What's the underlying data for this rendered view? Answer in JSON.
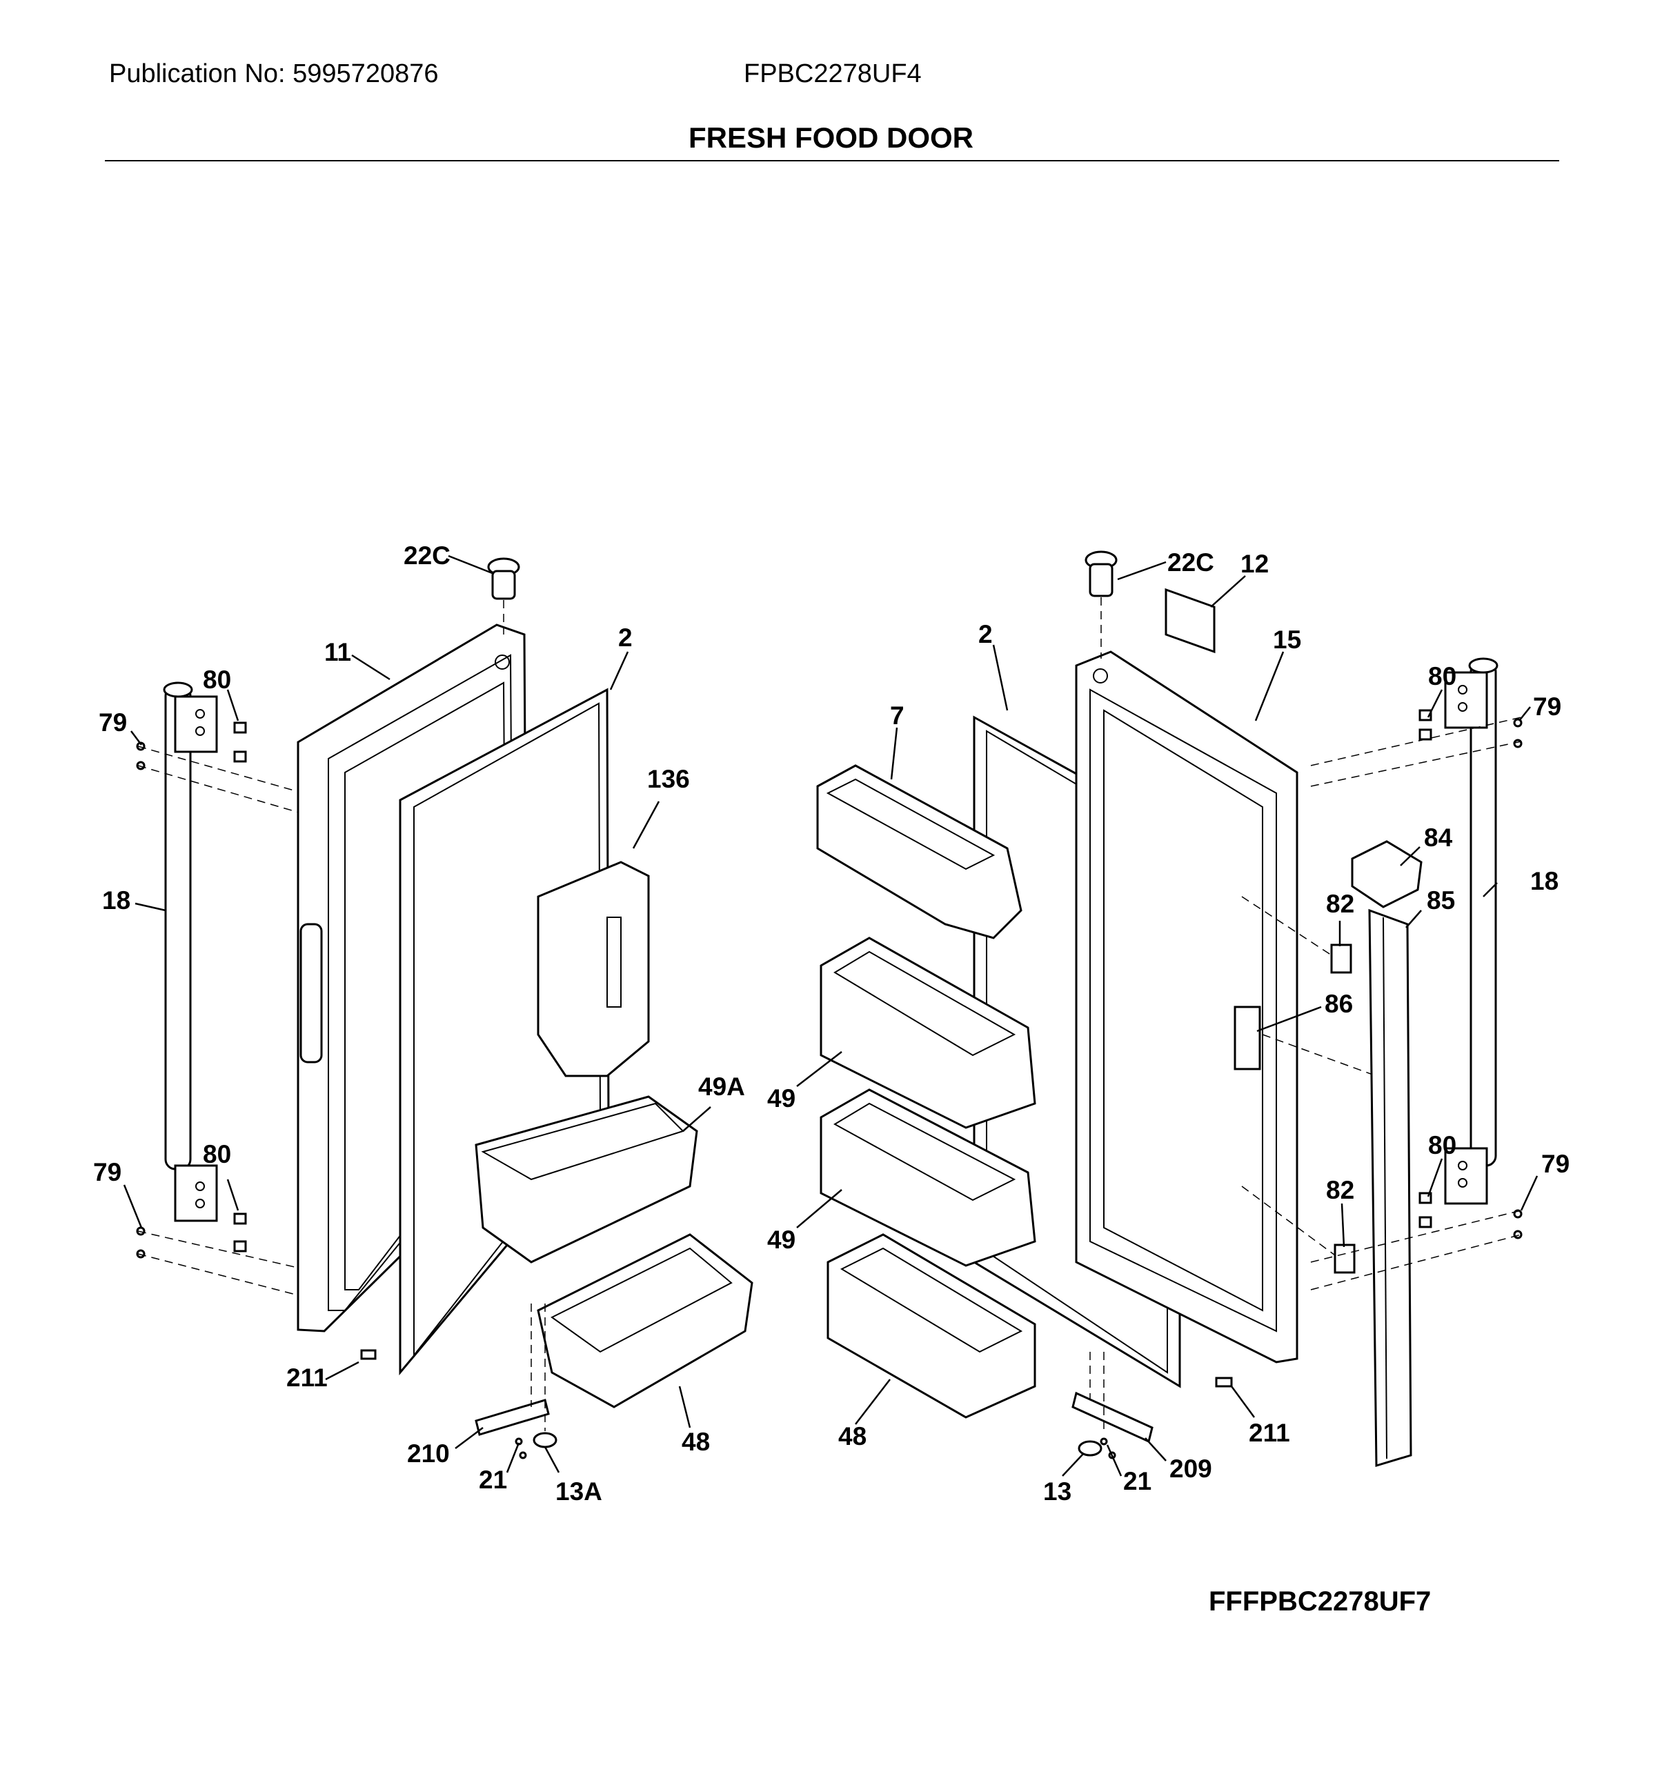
{
  "header": {
    "publication": "Publication No: 5995720876",
    "model": "FPBC2278UF4",
    "title": "FRESH FOOD DOOR"
  },
  "footer": {
    "diagram_code": "FFFPBC2278UF7"
  },
  "callouts": {
    "p22c_left": "22C",
    "p11": "11",
    "p2_left": "2",
    "p80_ul": "80",
    "p79_ul": "79",
    "p18_left": "18",
    "p136": "136",
    "p49a": "49A",
    "p79_ll": "79",
    "p80_ll": "80",
    "p211_left": "211",
    "p210": "210",
    "p21_left": "21",
    "p13a": "13A",
    "p48_left": "48",
    "p22c_right": "22C",
    "p12": "12",
    "p2_right": "2",
    "p15": "15",
    "p7": "7",
    "p80_ur": "80",
    "p79_ur": "79",
    "p84": "84",
    "p82_upper": "82",
    "p85": "85",
    "p18_right": "18",
    "p86": "86",
    "p49_upper": "49",
    "p49_lower": "49",
    "p80_lr": "80",
    "p79_lr": "79",
    "p82_lower": "82",
    "p48_right": "48",
    "p211_right": "211",
    "p209": "209",
    "p13": "13",
    "p21_right": "21"
  }
}
